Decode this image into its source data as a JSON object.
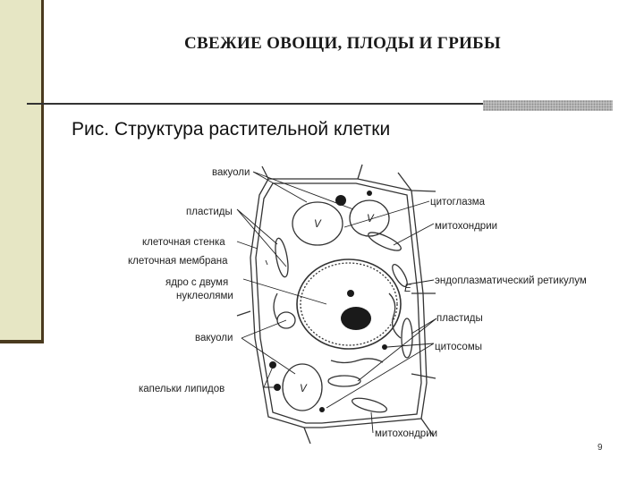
{
  "slide": {
    "title": "СВЕЖИЕ ОВОЩИ, ПЛОДЫ И ГРИБЫ",
    "caption": "Рис.  Структура растительной клетки",
    "page_number": "9"
  },
  "diagram": {
    "labels": {
      "vacuoles_top": "вакуоли",
      "plastids_left": "пластиды",
      "cell_wall": "клеточная стенка",
      "cell_membrane": "клеточная мембрана",
      "nucleus_line1": "ядро с двумя",
      "nucleus_line2": "нуклеолями",
      "vacuoles_left": "вакуоли",
      "lipid_droplets": "капельки липидов",
      "cytoplasm": "цитоглазма",
      "mitochondria_top": "митохондрии",
      "er": "эндоплазматический ретикулум",
      "plastids_right": "пластиды",
      "cytosomes": "цитосомы",
      "mitochondria_bottom": "митохондрии"
    },
    "glyphs": {
      "vacuole_mark": "V",
      "er_mark": "E"
    }
  }
}
